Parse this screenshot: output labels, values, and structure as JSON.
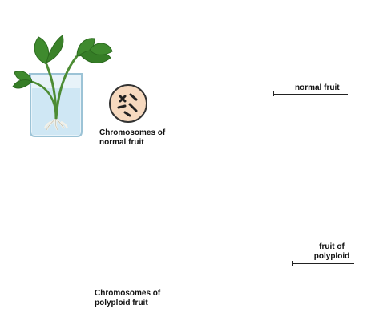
{
  "rows": [
    {
      "chromosome_label_line1": "Chromosomes of",
      "chromosome_label_line2": "normal fruit",
      "fruit_label_line1": "normal fruit",
      "fruit_label_line2": ""
    },
    {
      "chromosome_label_line1": "Chromosomes of",
      "chromosome_label_line2": "polyploid fruit",
      "fruit_label_line1": "fruit of",
      "fruit_label_line2": "polyploid"
    }
  ],
  "colors": {
    "leaf": "#3f8a2e",
    "leaf_dark": "#2c6b1f",
    "stem": "#4d8c34",
    "beaker_glass": "#dfeef6",
    "water": "#bfe0f0",
    "cell_fill": "#f6d9bf",
    "cell_outline": "#333333",
    "arrow": "#000000",
    "strawberry": "#d21e28",
    "strawberry_highlight": "#f0555c",
    "seed": "#f2d35a"
  },
  "icons": [
    "plant-in-beaker-icon",
    "cell-icon",
    "arrow-right-icon",
    "strawberry-icon"
  ]
}
